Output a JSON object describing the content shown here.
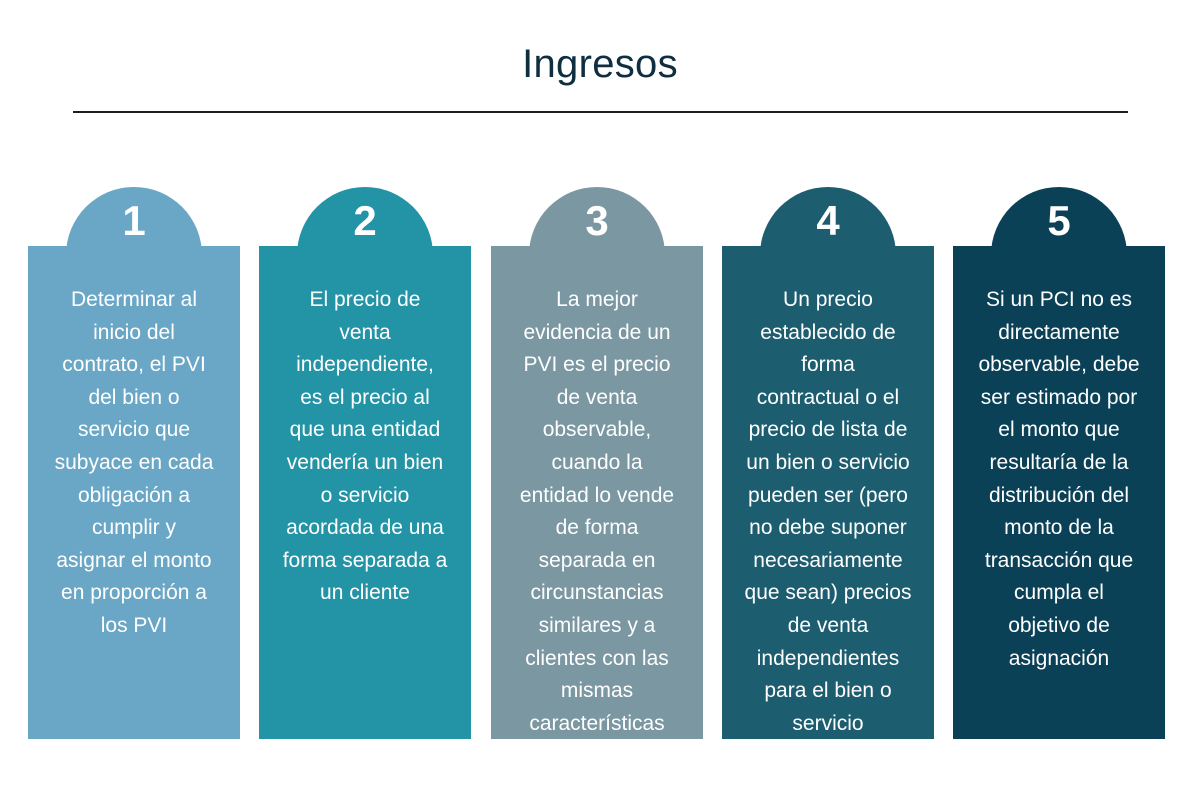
{
  "title": "Ingresos",
  "steps": [
    {
      "number": "1",
      "color": "#6aa7c6",
      "text": "Determinar al\ninicio del\ncontrato, el PVI\ndel bien o\nservicio que\nsubyace en cada\nobligación a\ncumplir  y\nasignar el monto\nen proporción a\nlos PVI"
    },
    {
      "number": "2",
      "color": "#2393a6",
      "text": "El precio de\nventa\nindependiente,\nes el precio al\nque una entidad\nvendería un bien\no servicio\nacordada de una\nforma separada a\nun cliente"
    },
    {
      "number": "3",
      "color": "#7a97a2",
      "text": "La mejor\nevidencia de un\nPVI es el precio\nde venta\nobservable,\ncuando la\nentidad lo vende\nde forma\nseparada en\ncircunstancias\nsimilares y a\nclientes con las\nmismas\ncaracterísticas"
    },
    {
      "number": "4",
      "color": "#1d5d70",
      "text": "Un precio\nestablecido de\nforma\ncontractual o el\nprecio de lista de\nun bien o servicio\npueden ser (pero\nno debe suponer\nnecesariamente\nque sean) precios\nde venta\nindependientes\npara el bien o\nservicio"
    },
    {
      "number": "5",
      "color": "#0b4157",
      "text": "Si un PCI no es\ndirectamente\nobservable, debe\nser estimado por\nel monto que\nresultaría de la\ndistribución del\nmonto de la\ntransacción que\ncumpla el\nobjetivo de\nasignación"
    }
  ]
}
